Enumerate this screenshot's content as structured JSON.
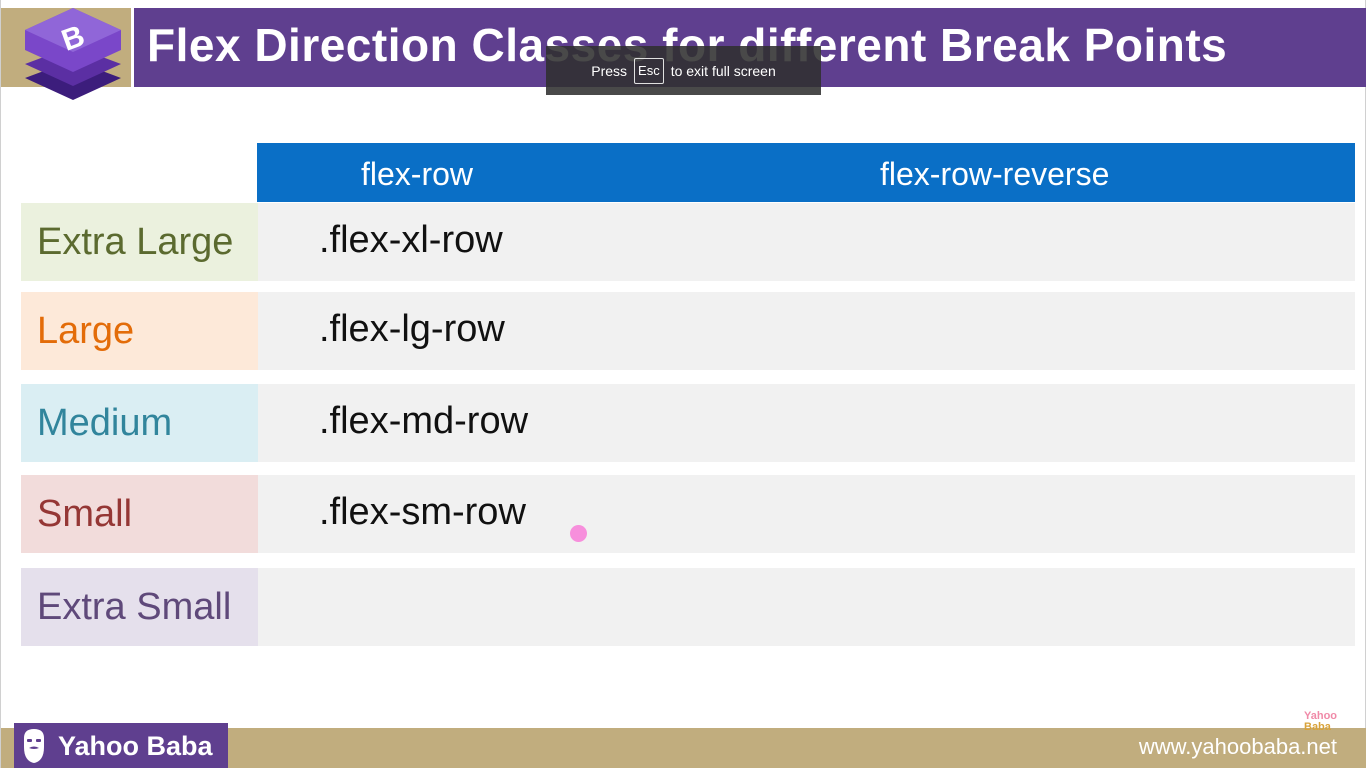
{
  "header": {
    "title": "Flex Direction Classes for different Break Points",
    "logo_icon": "bootstrap-logo-icon",
    "logo_letter": "B"
  },
  "fullscreen_notice": {
    "press": "Press",
    "key": "Esc",
    "message": "to exit full screen"
  },
  "table": {
    "columns": [
      "flex-row",
      "flex-row-reverse"
    ],
    "rows": [
      {
        "label": "Extra Large",
        "value": ".flex-xl-row",
        "label_color": "#5b6a2f",
        "label_bg": "#ebf1de"
      },
      {
        "label": "Large",
        "value": ".flex-lg-row",
        "label_color": "#e36c09",
        "label_bg": "#fde9d9"
      },
      {
        "label": "Medium",
        "value": ".flex-md-row",
        "label_color": "#31859c",
        "label_bg": "#daeef3"
      },
      {
        "label": "Small",
        "value": ".flex-sm-row",
        "label_color": "#953735",
        "label_bg": "#f2dcdb"
      },
      {
        "label": "Extra Small",
        "value": "",
        "label_color": "#5f497a",
        "label_bg": "#e5e0ec"
      }
    ]
  },
  "footer": {
    "brand": "Yahoo Baba",
    "brand_icon": "bearded-face-icon",
    "url": "www.yahoobaba.net",
    "watermark_line1": "Yahoo",
    "watermark_line2": "Baba"
  },
  "colors": {
    "title_bar": "#5f3f8f",
    "accent_gold": "#c1ad7e",
    "column_header": "#0a6fc6",
    "cell_bg": "#f1f1f1"
  }
}
